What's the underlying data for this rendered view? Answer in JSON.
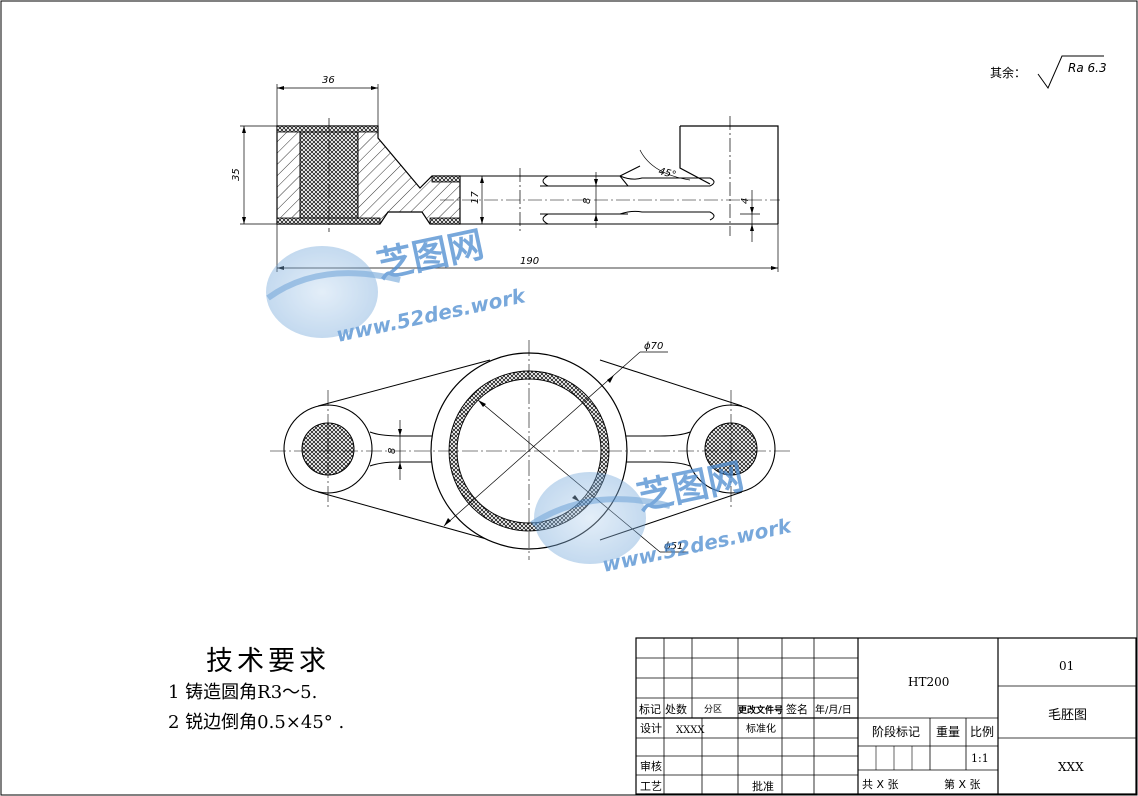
{
  "drawing": {
    "roughness_prefix": "其余：",
    "roughness_value": "Ra 6.3",
    "front_view": {
      "dim_width": "36",
      "dim_height": "35",
      "dim_rib": "17",
      "dim_web": "8",
      "dim_step": "4",
      "dim_angle": "45°",
      "dim_length": "190"
    },
    "top_view": {
      "dim_outer_dia": "ϕ70",
      "dim_inner_dia": "ϕ51",
      "dim_arm": "8"
    }
  },
  "tech_req": {
    "heading": "技术要求",
    "items": [
      "1  铸造圆角R3～5.",
      "2  锐边倒角0.5×45°  ."
    ]
  },
  "watermark": {
    "brand": "芝图网",
    "url": "www.52des.work"
  },
  "title_block": {
    "labels": {
      "mark": "标记",
      "count": "处数",
      "zone": "分区",
      "change_doc": "更改文件号",
      "sign": "签名",
      "date": "年/月/日",
      "design": "设计",
      "standardize": "标准化",
      "review": "审核",
      "process": "工艺",
      "approve": "批准",
      "stage_mark": "阶段标记",
      "weight": "重量",
      "scale": "比例",
      "total_sheets": "共  X  张",
      "sheet_no": "第  X  张"
    },
    "designer": "XXXX",
    "material": "HT200",
    "scale_value": "1:1",
    "drawing_no": "01",
    "drawing_name": "毛胚图",
    "company": "XXX"
  }
}
